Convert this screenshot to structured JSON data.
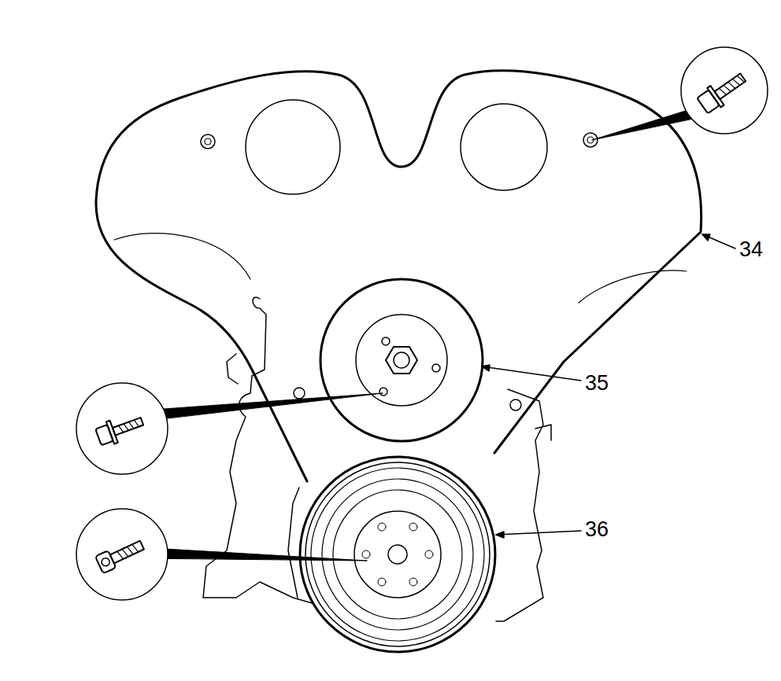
{
  "diagram": {
    "labels": [
      "34",
      "35",
      "36"
    ]
  }
}
